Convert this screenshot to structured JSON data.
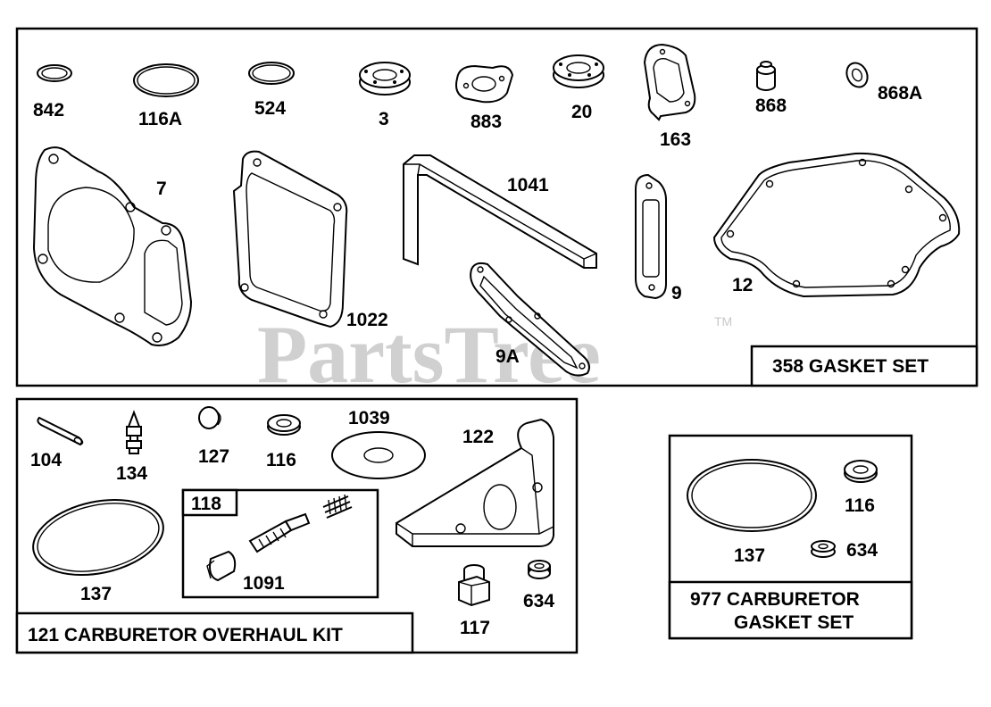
{
  "watermark": {
    "text": "PartsTree",
    "tm": "TM"
  },
  "gasket_set": {
    "title": "358 GASKET SET",
    "labels": [
      "842",
      "116A",
      "524",
      "3",
      "883",
      "20",
      "163",
      "868",
      "868A",
      "7",
      "1022",
      "1041",
      "9",
      "9A",
      "12"
    ]
  },
  "overhaul_kit": {
    "title": "121 CARBURETOR OVERHAUL KIT",
    "labels": [
      "104",
      "134",
      "127",
      "116",
      "1039",
      "122",
      "137",
      "634",
      "117"
    ],
    "subkit": {
      "title": "118",
      "label": "1091"
    }
  },
  "carb_gasket_set": {
    "title_line1": "977 CARBURETOR",
    "title_line2": "GASKET SET",
    "labels": [
      "116",
      "137",
      "634"
    ]
  }
}
